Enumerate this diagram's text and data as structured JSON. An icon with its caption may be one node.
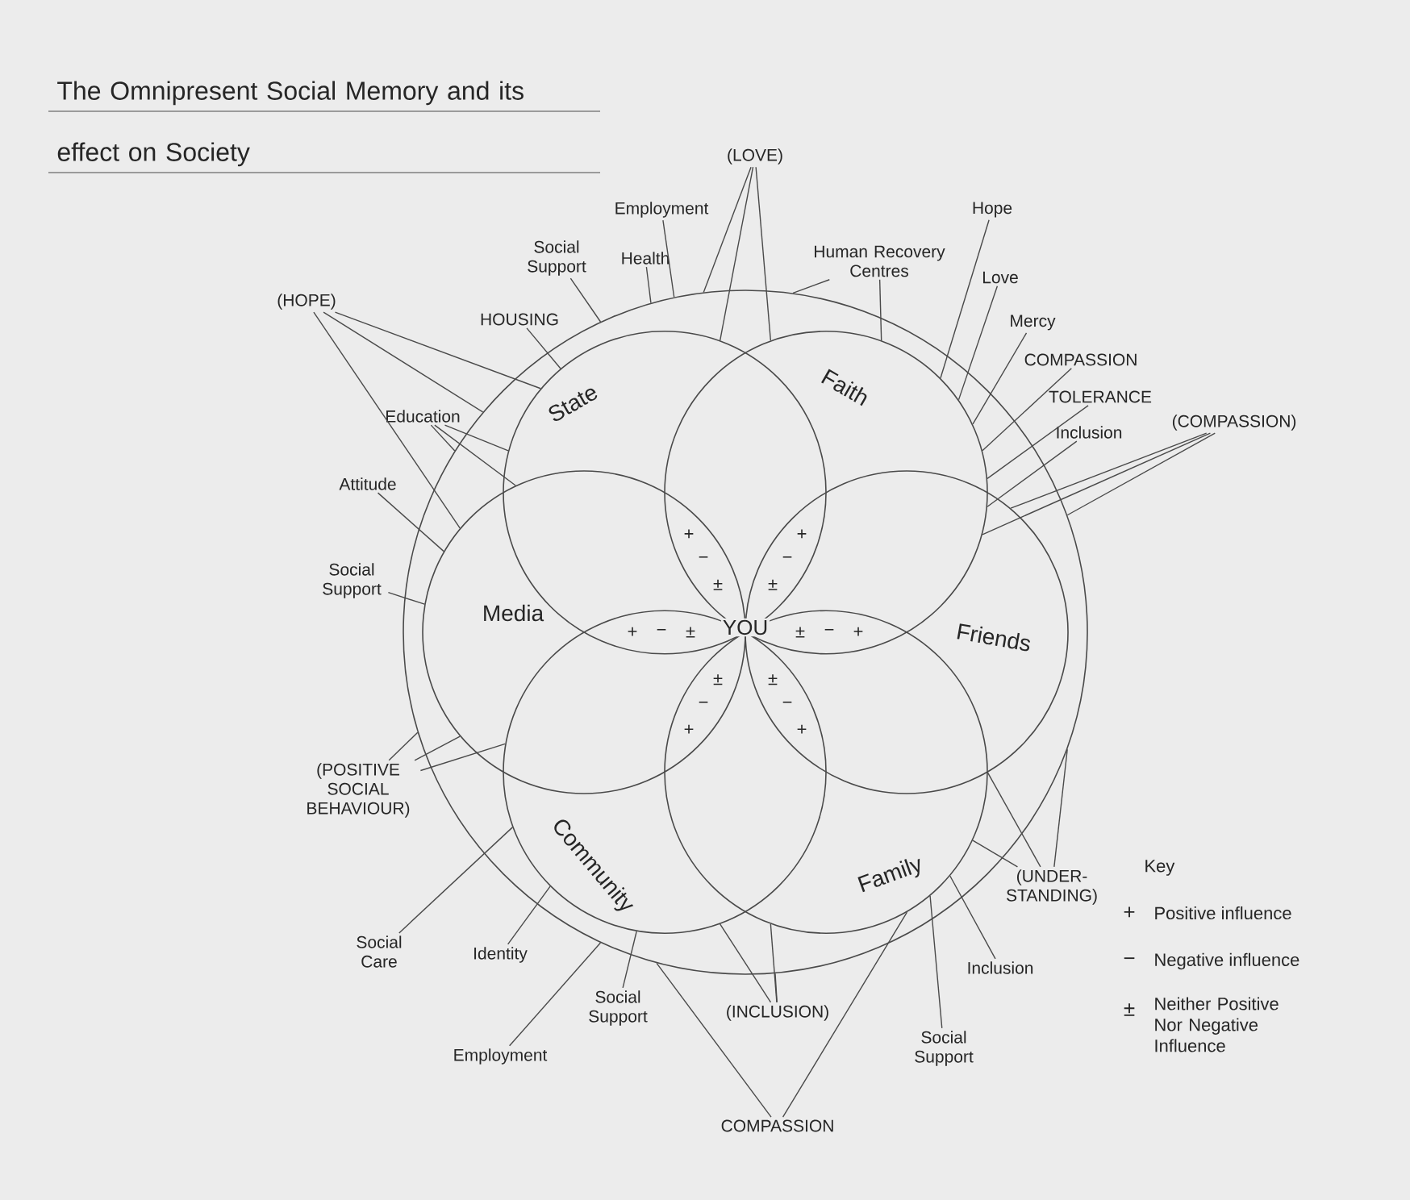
{
  "diagram": {
    "title": "The Omnipresent Social Memory and its effect on Society",
    "nodes": [
      {
        "text": [],
        "shape": "circle"
      },
      {
        "text": [
          "State"
        ],
        "in": 0
      },
      {
        "text": [
          "Faith"
        ],
        "in": 0
      },
      {
        "text": [
          "Friends"
        ],
        "in": 0
      },
      {
        "text": [
          "Family"
        ],
        "in": 0
      },
      {
        "text": [
          "Community"
        ],
        "in": 0
      },
      {
        "text": [
          "Media"
        ],
        "in": 0
      },
      {
        "text": [
          "(LOVE)"
        ]
      },
      {
        "text": [
          "Employment"
        ]
      },
      {
        "text": [
          "Social Support"
        ]
      },
      {
        "text": [
          "Health"
        ]
      },
      {
        "text": [
          "Human Recovery Centres"
        ]
      },
      {
        "text": [
          "HOUSING"
        ]
      },
      {
        "text": [
          "(HOPE)"
        ]
      },
      {
        "text": [
          "Education"
        ]
      },
      {
        "text": [
          "Attitude"
        ]
      },
      {
        "text": [
          "Social Support"
        ]
      },
      {
        "text": [
          "Hope"
        ]
      },
      {
        "text": [
          "Love"
        ]
      },
      {
        "text": [
          "Mercy"
        ]
      },
      {
        "text": [
          "COMPASSION"
        ]
      },
      {
        "text": [
          "TOLERANCE"
        ]
      },
      {
        "text": [
          "Inclusion"
        ]
      },
      {
        "text": [
          "(COMPASSION)"
        ]
      },
      {
        "text": [
          "(POSITIVE SOCIAL BEHAVIOUR)"
        ]
      },
      {
        "text": [
          "Social Care"
        ]
      },
      {
        "text": [
          "Identity"
        ]
      },
      {
        "text": [
          "Employment"
        ]
      },
      {
        "text": [
          "Social Support"
        ]
      },
      {
        "text": [
          "(INCLUSION)"
        ]
      },
      {
        "text": [
          "COMPASSION"
        ]
      },
      {
        "text": [
          "Social Support"
        ]
      },
      {
        "text": [
          "Inclusion"
        ]
      },
      {
        "text": [
          "(UNDER- STANDING)"
        ]
      }
    ],
    "edges": [
      {
        "from": 7,
        "to": 0,
        "arrow": "none"
      },
      {
        "from": 7,
        "to": 1,
        "arrow": "none"
      },
      {
        "from": 7,
        "to": 2,
        "arrow": "none"
      },
      {
        "from": 8,
        "to": 0,
        "arrow": "none"
      },
      {
        "from": 9,
        "to": 0,
        "arrow": "none"
      },
      {
        "from": 10,
        "to": 0,
        "arrow": "none"
      },
      {
        "from": 11,
        "to": 0,
        "arrow": "none"
      },
      {
        "from": 11,
        "to": 2,
        "arrow": "none"
      },
      {
        "from": 12,
        "to": 1,
        "arrow": "none"
      },
      {
        "from": 13,
        "to": 1,
        "arrow": "none"
      },
      {
        "from": 13,
        "to": 6,
        "arrow": "none"
      },
      {
        "from": 13,
        "to": 0,
        "arrow": "none"
      },
      {
        "from": 14,
        "to": 1,
        "arrow": "none"
      },
      {
        "from": 14,
        "to": 6,
        "arrow": "none"
      },
      {
        "from": 14,
        "to": 0,
        "arrow": "none"
      },
      {
        "from": 15,
        "to": 6,
        "arrow": "none"
      },
      {
        "from": 16,
        "to": 6,
        "arrow": "none"
      },
      {
        "from": 17,
        "to": 2,
        "arrow": "none"
      },
      {
        "from": 18,
        "to": 2,
        "arrow": "none"
      },
      {
        "from": 19,
        "to": 2,
        "arrow": "none"
      },
      {
        "from": 20,
        "to": 2,
        "arrow": "none"
      },
      {
        "from": 21,
        "to": 2,
        "arrow": "none"
      },
      {
        "from": 22,
        "to": 2,
        "arrow": "none"
      },
      {
        "from": 23,
        "to": 2,
        "arrow": "none"
      },
      {
        "from": 23,
        "to": 3,
        "arrow": "none"
      },
      {
        "from": 23,
        "to": 0,
        "arrow": "none"
      },
      {
        "from": 24,
        "to": 6,
        "arrow": "none"
      },
      {
        "from": 24,
        "to": 0,
        "arrow": "none"
      },
      {
        "from": 24,
        "to": 5,
        "arrow": "none"
      },
      {
        "from": 25,
        "to": 5,
        "arrow": "none"
      },
      {
        "from": 26,
        "to": 5,
        "arrow": "none"
      },
      {
        "from": 27,
        "to": 0,
        "arrow": "none"
      },
      {
        "from": 28,
        "to": 5,
        "arrow": "none"
      },
      {
        "from": 29,
        "to": 5,
        "arrow": "none"
      },
      {
        "from": 29,
        "to": 4,
        "arrow": "none"
      },
      {
        "from": 29,
        "to": 0,
        "arrow": "none"
      },
      {
        "from": 30,
        "to": 0,
        "arrow": "none"
      },
      {
        "from": 30,
        "to": 4,
        "arrow": "none"
      },
      {
        "from": 31,
        "to": 4,
        "arrow": "none"
      },
      {
        "from": 32,
        "to": 4,
        "arrow": "none"
      },
      {
        "from": 33,
        "to": 4,
        "arrow": "none"
      },
      {
        "from": 33,
        "to": 3,
        "arrow": "none"
      },
      {
        "from": 33,
        "to": 0,
        "arrow": "none"
      }
    ],
    "labels": [
      "+",
      "−",
      "±",
      "+",
      "−",
      "±",
      "+",
      "−",
      "±",
      "YOU",
      "±",
      "−",
      "+",
      "±",
      "−",
      "+",
      "±",
      "−",
      "+",
      "Key",
      "+",
      "Positive influence",
      "−",
      "Negative influence",
      "±",
      "Neither Positive Nor Negative Influence"
    ]
  }
}
